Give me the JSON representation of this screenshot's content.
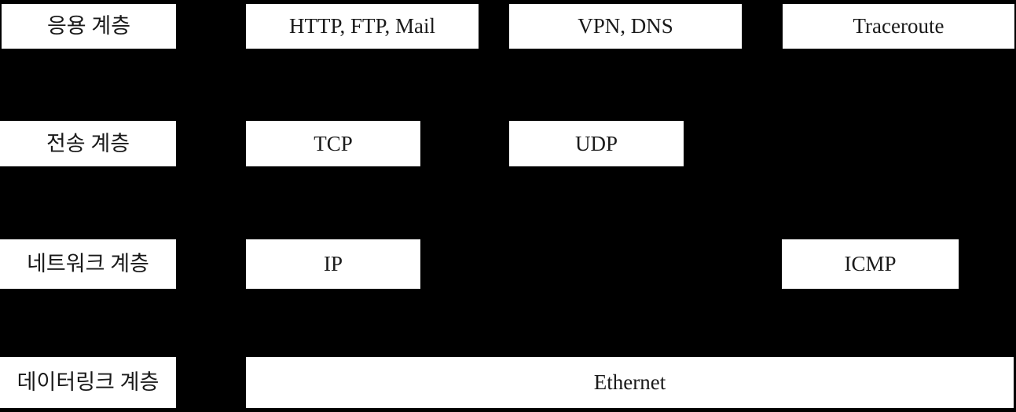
{
  "colors": {
    "background": "#000000",
    "box_background": "#ffffff",
    "box_text": "#1a1a1a"
  },
  "layers": [
    {
      "label": "응용 계층",
      "protocols": [
        "HTTP, FTP, Mail",
        "VPN, DNS",
        "Traceroute"
      ]
    },
    {
      "label": "전송 계층",
      "protocols": [
        "TCP",
        "UDP"
      ]
    },
    {
      "label": "네트워크 계층",
      "protocols": [
        "IP",
        "ICMP"
      ]
    },
    {
      "label": "데이터링크 계층",
      "protocols": [
        "Ethernet"
      ]
    }
  ]
}
